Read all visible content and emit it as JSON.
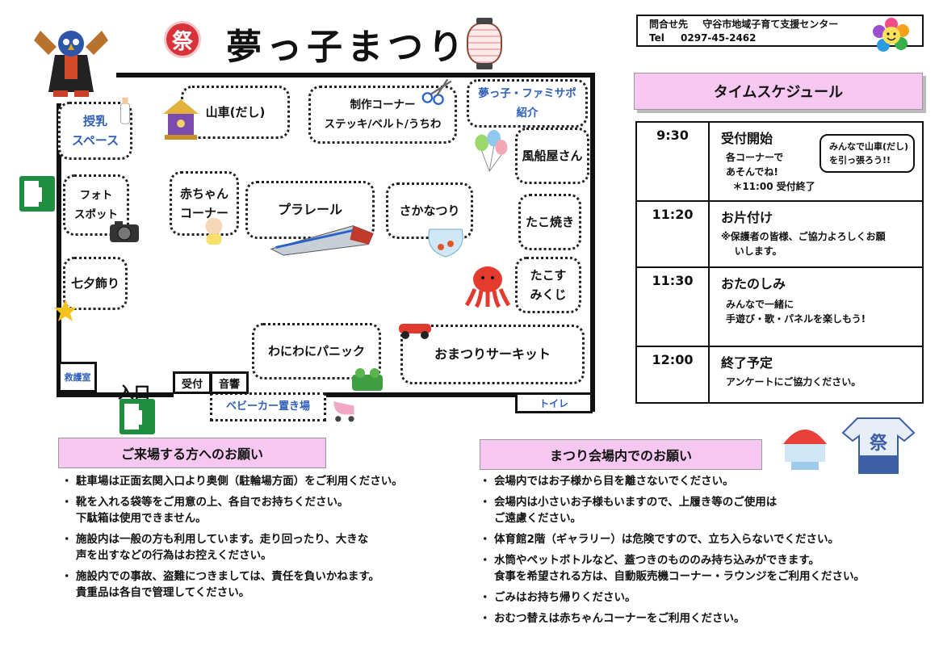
{
  "title": "夢っ子まつり",
  "fest_badge": "祭",
  "contact": {
    "label": "問合せ先",
    "org": "守谷市地域子育て支援センター",
    "tel_label": "Tel",
    "tel": "0297-45-2462"
  },
  "map": {
    "areas": {
      "nursing": "授乳\nスペース",
      "dashi": "山車(だし)",
      "crafts": "制作コーナー\nステッキ/ベルト/うちわ",
      "famisapo": "夢っ子・ファミサポ\n紹介",
      "balloon": "風船屋さん",
      "photo": "フォト\nスポット",
      "baby": "赤ちゃん\nコーナー",
      "plarail": "プラレール",
      "fishing": "さかなつり",
      "takoyaki": "たこ焼き",
      "tanabata": "七夕飾り",
      "takosu": "たこす\nみくじ",
      "wani": "わにわにパニック",
      "circuit": "おまつりサーキット",
      "stroller": "ベビーカー置き場"
    },
    "rooms": {
      "first_aid": "救護室",
      "reception": "受付",
      "sound": "音響",
      "toilet": "トイレ"
    },
    "entrance": "入口"
  },
  "schedule": {
    "heading": "タイムスケジュール",
    "bubble": "みんなで山車(だし)\nを引っ張ろう!!",
    "rows": [
      {
        "time": "9:30",
        "title": "受付開始",
        "note": "各コーナーで\nあそんでね!\n  ＊11:00 受付終了"
      },
      {
        "time": "11:20",
        "title": "お片付け",
        "note": "※保護者の皆様、ご協力よろしくお願\n    いします。"
      },
      {
        "time": "11:30",
        "title": "おたのしみ",
        "note": "みんなで一緒に\n手遊び・歌・パネルを楽しもう!"
      },
      {
        "time": "12:00",
        "title": "終了予定",
        "note": "アンケートにご協力ください。"
      }
    ]
  },
  "notice_visitors": {
    "heading": "ご来場する方へのお願い",
    "items": [
      "駐車場は正面玄関入口より奥側（駐輪場方面）をご利用ください。",
      "靴を入れる袋等をご用意の上、各自でお持ちください。\n下駄箱は使用できません。",
      "施設内は一般の方も利用しています。走り回ったり、大きな\n声を出すなどの行為はお控えください。",
      "施設内での事故、盗難につきましては、責任を負いかねます。\n貴重品は各自で管理してください。"
    ]
  },
  "notice_venue": {
    "heading": "まつり会場内でのお願い",
    "items": [
      "会場内ではお子様から目を離さないでください。",
      "会場内は小さいお子様もいますので、上履き等のご使用は\nご遠慮ください。",
      "体育館2階（ギャラリー）は危険ですので、立ち入らないでください。",
      "水筒やペットボトルなど、蓋つきのもののみ持ち込みができます。\n食事を希望される方は、自動販売機コーナー・ラウンジをご利用ください。",
      "ごみはお持ち帰りください。",
      "おむつ替えは赤ちゃんコーナーをご利用ください。"
    ]
  },
  "colors": {
    "accent_pink": "#f6c8f1",
    "blue_text": "#2f5fb8",
    "exit_green": "#1f8f3f"
  }
}
